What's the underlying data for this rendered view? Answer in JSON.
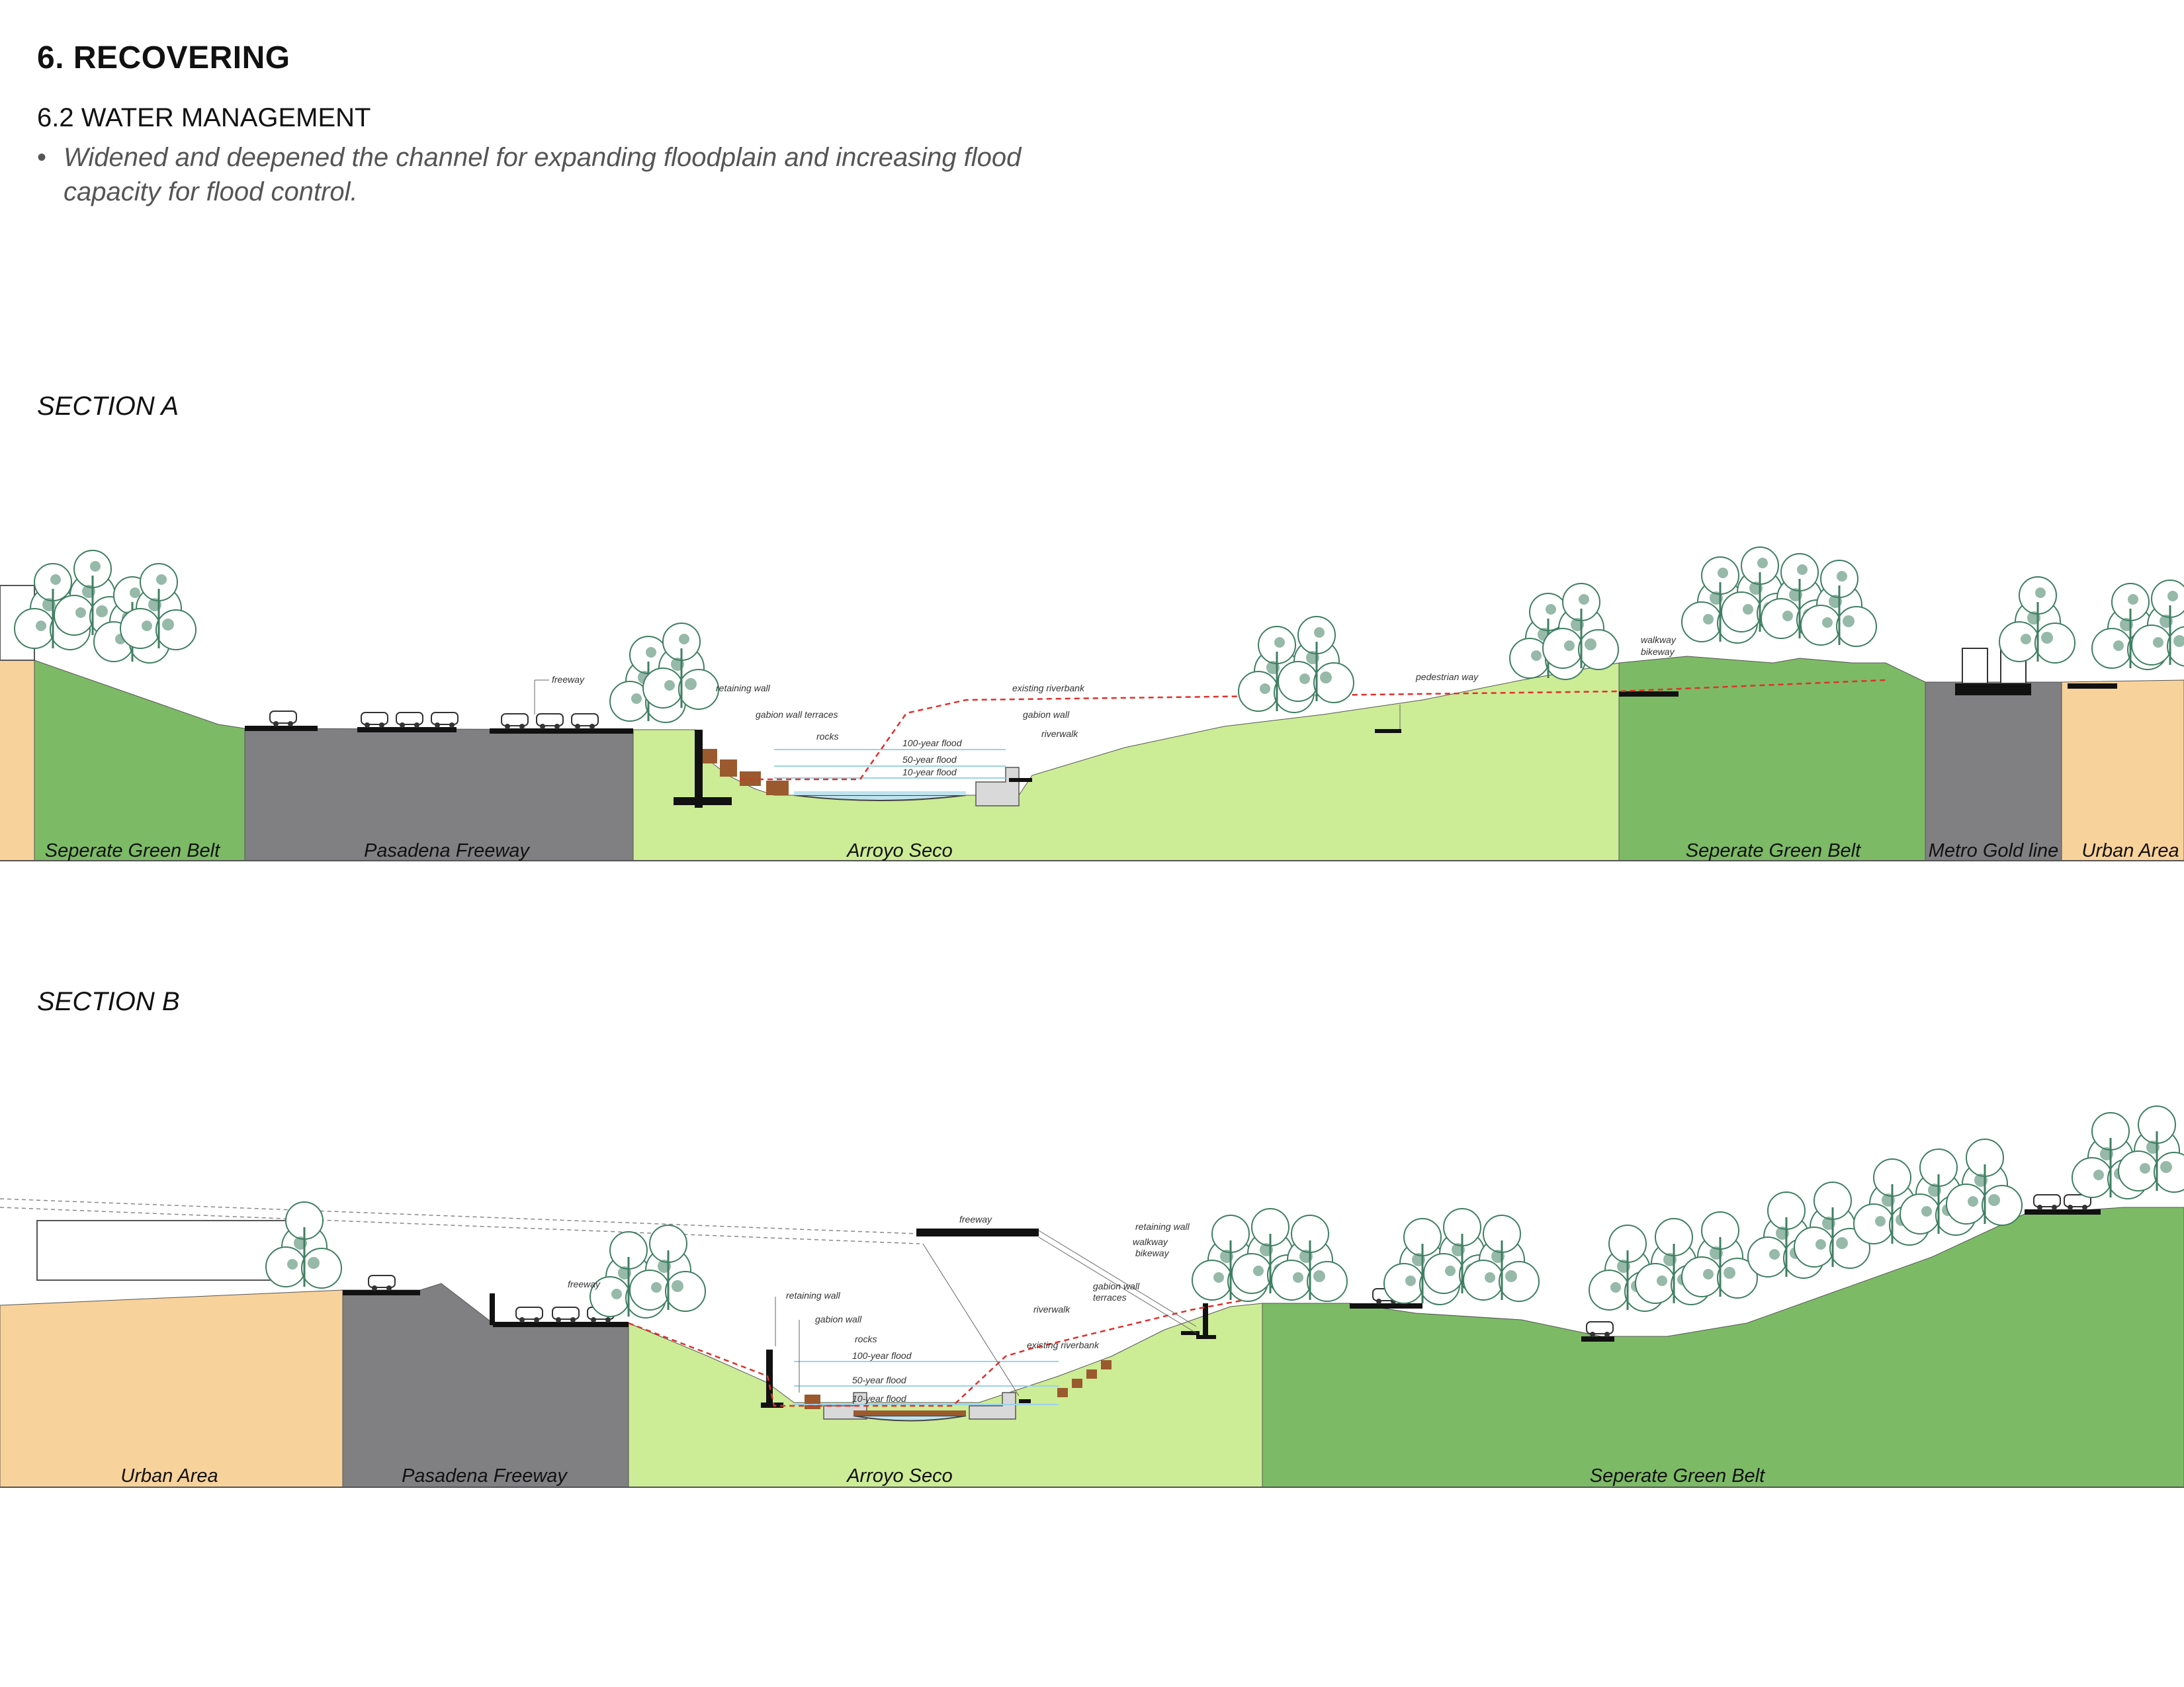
{
  "header": {
    "title": "6. RECOVERING",
    "subtitle": "6.2 WATER MANAGEMENT",
    "bullet": "Widened and deepened the channel for expanding floodplain and increasing flood capacity for flood control."
  },
  "section_a": {
    "label": "SECTION A",
    "zones": [
      {
        "label": "Seperate Green Belt",
        "color": "#7dba66"
      },
      {
        "label": "Pasadena Freeway",
        "color": "#808083"
      },
      {
        "label": "Arroyo Seco",
        "color": "#cdec96"
      },
      {
        "label": "Seperate Green Belt",
        "color": "#7dba66"
      },
      {
        "label": "Metro Gold line",
        "color": "#808083"
      },
      {
        "label": "Urban Area",
        "color": "#f8d29b"
      }
    ],
    "annotations": {
      "freeway": "freeway",
      "retaining_wall": "retaining wall",
      "gabion_wall_terraces": "gabion wall terraces",
      "rocks": "rocks",
      "flood_100": "100-year flood",
      "flood_50": "50-year flood",
      "flood_10": "10-year flood",
      "existing_riverbank": "existing riverbank",
      "gabion_wall": "gabion wall",
      "riverwalk": "riverwalk",
      "pedestrian_way": "pedestrian way",
      "walkway": "walkway",
      "bikeway": "bikeway"
    }
  },
  "section_b": {
    "label": "SECTION B",
    "zones": [
      {
        "label": "Urban Area",
        "color": "#f8d29b"
      },
      {
        "label": "Pasadena Freeway",
        "color": "#808083"
      },
      {
        "label": "Arroyo Seco",
        "color": "#cdec96"
      },
      {
        "label": "Seperate Green Belt",
        "color": "#7dba66"
      }
    ],
    "annotations": {
      "freeway_upper": "freeway",
      "freeway": "freeway",
      "retaining_wall_left": "retaining wall",
      "gabion_wall": "gabion wall",
      "rocks": "rocks",
      "flood_100": "100-year flood",
      "flood_50": "50-year flood",
      "flood_10": "10-year flood",
      "riverwalk": "riverwalk",
      "existing_riverbank": "existing riverbank",
      "retaining_wall_right": "retaining wall",
      "walkway": "walkway",
      "bikeway": "bikeway",
      "gabion_wall_right": "gabion wall",
      "terraces": "terraces"
    }
  },
  "colors": {
    "dark_green": "#7dba66",
    "light_green": "#cdec96",
    "road_gray": "#808083",
    "urban_tan": "#f8d29b",
    "tree": "#3f7f62",
    "flood_line": "#e0302a",
    "water": "#bfe3ef",
    "gabion": "#9b5a2e"
  }
}
